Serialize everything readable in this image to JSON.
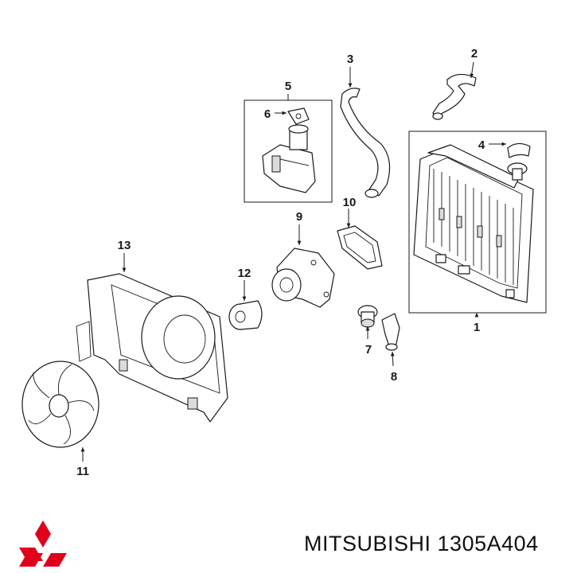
{
  "callouts": {
    "c1": "1",
    "c2": "2",
    "c3": "3",
    "c4": "4",
    "c5": "5",
    "c6": "6",
    "c7": "7",
    "c8": "8",
    "c9": "9",
    "c10": "10",
    "c11": "11",
    "c12": "12",
    "c13": "13"
  },
  "caption": {
    "brand": "MITSUBISHI",
    "part_number": "1305A404"
  },
  "colors": {
    "brand_red": "#e0001b",
    "line": "#1a1a1a"
  }
}
